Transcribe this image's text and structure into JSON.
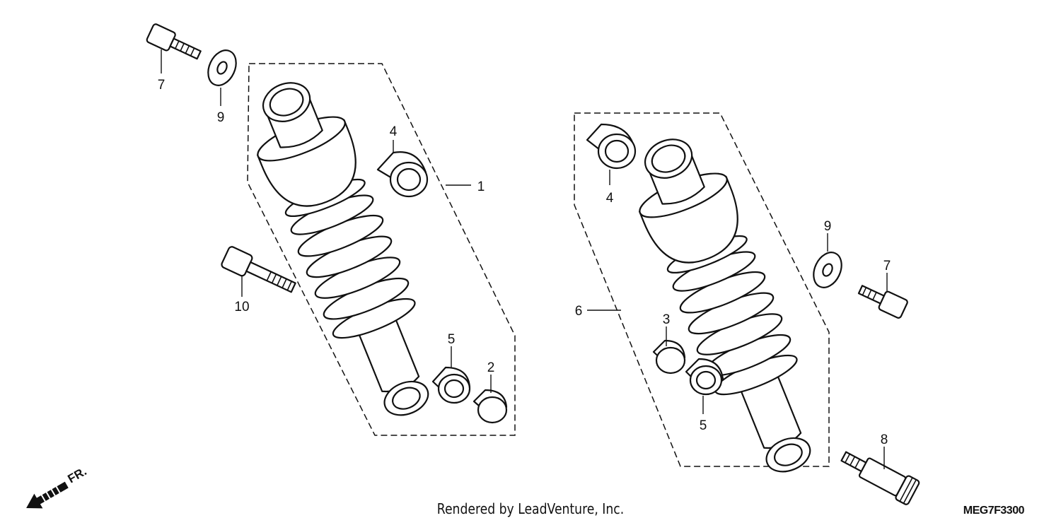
{
  "callouts": {
    "c7a": "7",
    "c9a": "9",
    "c4a": "4",
    "c1": "1",
    "c10": "10",
    "c5a": "5",
    "c2": "2",
    "c6": "6",
    "c4b": "4",
    "c9b": "9",
    "c7b": "7",
    "c3": "3",
    "c5b": "5",
    "c8": "8"
  },
  "direction_label": "FR.",
  "credit": "Rendered by LeadVenture, Inc.",
  "diagram_code": "MEG7F3300"
}
